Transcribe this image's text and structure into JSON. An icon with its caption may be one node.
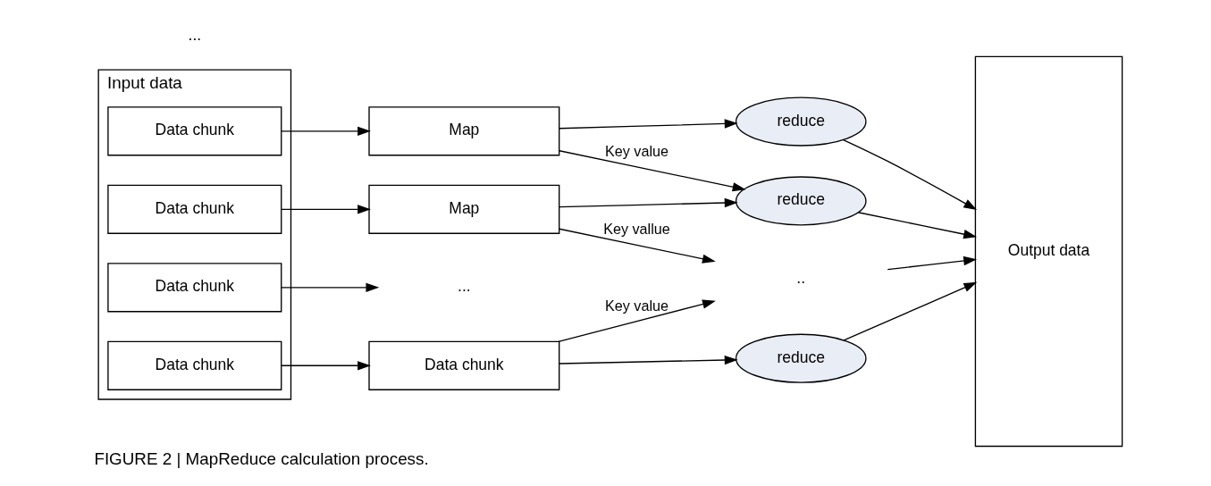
{
  "diagram": {
    "caption": "FIGURE 2 | MapReduce calculation process.",
    "nodes": [
      {
        "text": [
          "Input data"
        ]
      },
      {
        "text": [
          "Data chunk"
        ],
        "in": 0
      },
      {
        "text": [
          "Data chunk"
        ],
        "in": 0
      },
      {
        "text": [
          "Data chunk"
        ],
        "in": 0
      },
      {
        "text": [
          "Data chunk"
        ],
        "in": 0
      },
      {
        "text": [
          "Map"
        ]
      },
      {
        "text": [
          "Map"
        ]
      },
      {
        "text": [
          "..."
        ]
      },
      {
        "text": [
          "Data chunk"
        ]
      },
      {
        "text": [
          "reduce"
        ]
      },
      {
        "text": [
          "reduce"
        ]
      },
      {
        "text": [
          ".."
        ]
      },
      {
        "text": [
          "reduce"
        ]
      },
      {
        "text": [
          "Output data"
        ]
      }
    ],
    "edges": [
      {
        "from": 1,
        "to": 5,
        "arrow": "to"
      },
      {
        "from": 2,
        "to": 6,
        "arrow": "to"
      },
      {
        "from": 3,
        "to": 7,
        "arrow": "to"
      },
      {
        "from": 4,
        "to": 8,
        "arrow": "to"
      },
      {
        "from": 5,
        "to": 9,
        "arrow": "to"
      },
      {
        "from": 5,
        "to": 10,
        "arrow": "to",
        "label": "Key value"
      },
      {
        "from": 6,
        "to": 10,
        "arrow": "to"
      },
      {
        "from": 6,
        "to": 11,
        "arrow": "to",
        "label": "Key vallue"
      },
      {
        "from": 8,
        "to": 11,
        "arrow": "to",
        "label": "Key value"
      },
      {
        "from": 8,
        "to": 12,
        "arrow": "to"
      },
      {
        "from": 9,
        "to": 13,
        "arrow": "to"
      },
      {
        "from": 10,
        "to": 13,
        "arrow": "to"
      },
      {
        "from": 11,
        "to": 13,
        "arrow": "to"
      },
      {
        "from": 12,
        "to": 13,
        "arrow": "to"
      }
    ],
    "labels": [
      "..."
    ]
  }
}
